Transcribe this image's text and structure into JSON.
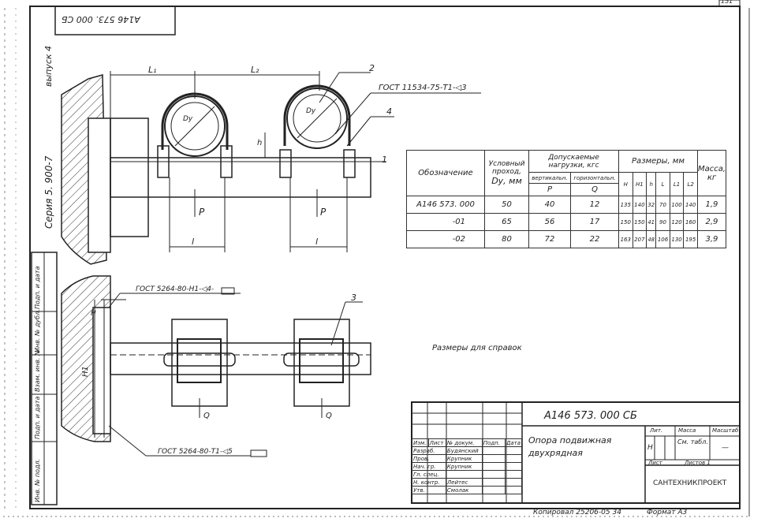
{
  "sheet": {
    "top_code": "А146   573. 000 СБ",
    "corner_no": "151",
    "issue": "выпуск 4",
    "series": "Серия  5. 900-7",
    "copied": "Копировал  25206-05  34",
    "format": "Формат  А3"
  },
  "side_stamp": [
    "Подп. и дата",
    "Инв. № дубл.",
    "Взам. инв. №",
    "Подп. и дата",
    "Инв. № подл."
  ],
  "drawing": {
    "gost_top": "ГОСТ 11534-75-Т1-◁3",
    "gost_mid": "ГОСТ 5264-80-Н1-◁4-",
    "gost_bot": "ГОСТ 5264-80-Т1-◁5",
    "dim_L1": "L₁",
    "dim_L2": "L₂",
    "dim_l_left": "l",
    "dim_l_right": "l",
    "dim_h": "h",
    "dim_H": "H",
    "dim_H1": "H1",
    "dy_left": "Dу",
    "dy_right": "Dу",
    "load_P_left": "P",
    "load_P_right": "P",
    "load_Q_left": "Q",
    "load_Q_right": "Q",
    "callouts": [
      "1",
      "2",
      "3",
      "4"
    ],
    "note": "Размеры  для  справок"
  },
  "table": {
    "h_designation": "Обозначение",
    "h_passage": "Условный проход,",
    "h_passage_unit": "Dу, мм",
    "h_loads": "Допускаемые нагрузки, кгс",
    "h_vert": "вертикальн.",
    "h_horiz": "горизонтальн.",
    "h_P": "P",
    "h_Q": "Q",
    "h_sizes": "Размеры, мм",
    "h_cols": [
      "H",
      "H1",
      "h",
      "L",
      "L1",
      "L2"
    ],
    "h_mass": "Масса, кг",
    "rows": [
      {
        "designation": "А146  573. 000",
        "dy": "50",
        "p": "40",
        "q": "12",
        "sizes": [
          "135",
          "140",
          "32",
          "70",
          "100",
          "140"
        ],
        "mass": "1,9"
      },
      {
        "designation": "-01",
        "dy": "65",
        "p": "56",
        "q": "17",
        "sizes": [
          "150",
          "150",
          "41",
          "90",
          "120",
          "160"
        ],
        "mass": "2,9"
      },
      {
        "designation": "-02",
        "dy": "80",
        "p": "72",
        "q": "22",
        "sizes": [
          "163",
          "207",
          "48",
          "106",
          "130",
          "195"
        ],
        "mass": "3,9"
      }
    ]
  },
  "title_block": {
    "code": "А146      573. 000   СБ",
    "name1": "Опора  подвижная",
    "name2": "двухрядная",
    "lit_label": "Лит.",
    "mass_label": "Масса",
    "scale_label": "Масштаб",
    "lit_value": "Н",
    "mass_value": "См. табл.",
    "scale_value": "—",
    "sheet_label": "Лист",
    "sheets_label": "Листов 1",
    "org": "САНТЕХНИКПРОЕКТ",
    "header": [
      "Изм.",
      "Лист",
      "№ докум.",
      "Подп.",
      "Дата"
    ],
    "roles": [
      {
        "role": "Разраб.",
        "name": "Будянский"
      },
      {
        "role": "Пров.",
        "name": "Крупник"
      },
      {
        "role": "Нач. гр.",
        "name": "Крупник"
      },
      {
        "role": "Гл. спец.",
        "name": ""
      },
      {
        "role": "Н. контр.",
        "name": "Лейтес"
      },
      {
        "role": "Утв.",
        "name": "Смолак"
      }
    ]
  }
}
